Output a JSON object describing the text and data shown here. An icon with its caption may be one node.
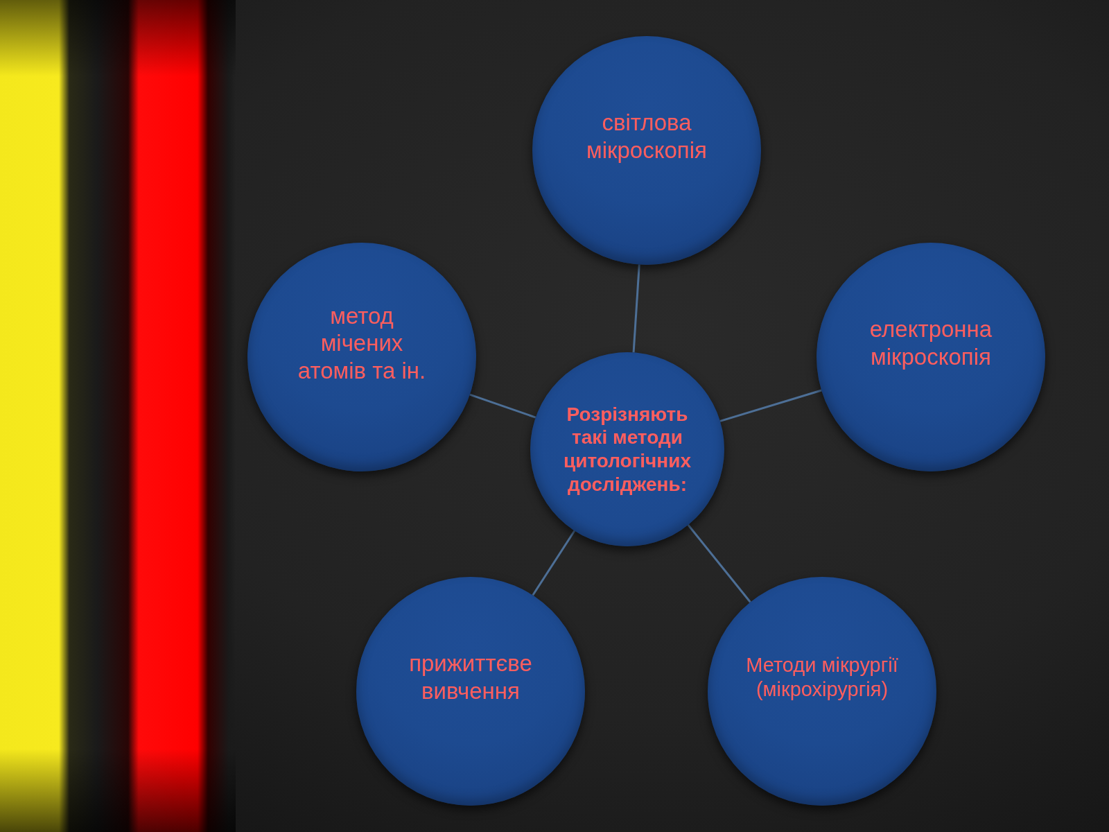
{
  "diagram": {
    "nodes": [
      {
        "text": [
          "Розрізняють такі методи цитологічних досліджень:"
        ]
      },
      {
        "text": [
          "світлова мікроскопія"
        ]
      },
      {
        "text": [
          "електронна мікроскопія"
        ]
      },
      {
        "text": [
          "Методи мікрургії (мікрохірургія)"
        ]
      },
      {
        "text": [
          "прижиттєве вивчення"
        ]
      },
      {
        "text": [
          "метод мічених атомів та ін."
        ]
      }
    ],
    "edges": [
      {
        "from": 0,
        "to": 1,
        "arrow": "none"
      },
      {
        "from": 0,
        "to": 2,
        "arrow": "none"
      },
      {
        "from": 0,
        "to": 3,
        "arrow": "none"
      },
      {
        "from": 0,
        "to": 4,
        "arrow": "none"
      },
      {
        "from": 0,
        "to": 5,
        "arrow": "none"
      }
    ]
  }
}
